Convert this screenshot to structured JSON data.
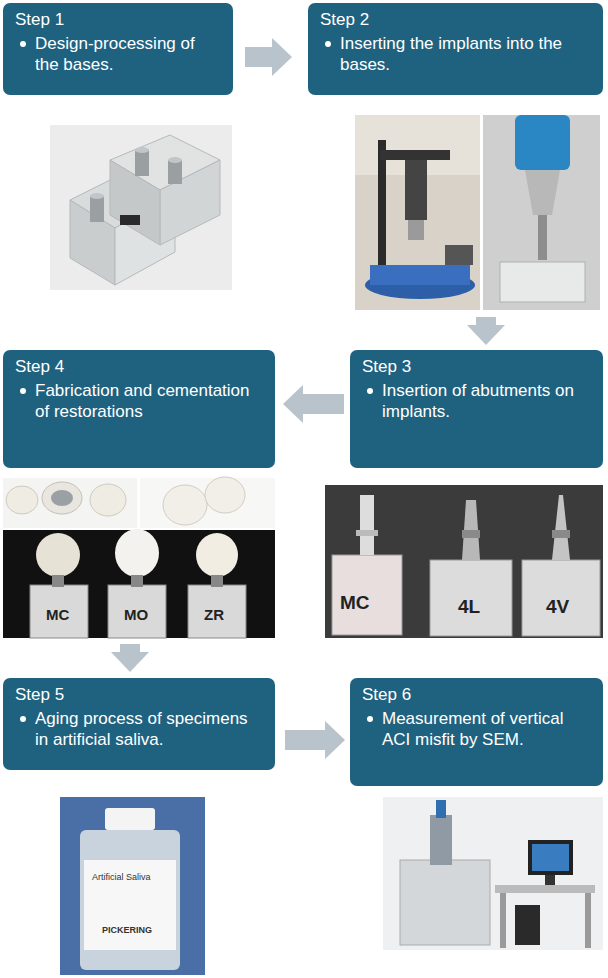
{
  "diagram": {
    "nodes": [
      {
        "text": [
          "Step 1",
          "Design-processing of the bases."
        ]
      },
      {
        "text": [
          "Step 2",
          "Inserting the implants into the bases."
        ]
      },
      {
        "text": [
          "Step 3",
          "Insertion of abutments on implants."
        ]
      },
      {
        "text": [
          "Step 4",
          "Fabrication and cementation of restorations"
        ]
      },
      {
        "text": [
          "Step 5",
          "Aging process of specimens in artificial saliva."
        ]
      },
      {
        "text": [
          "Step 6",
          "Measurement of vertical ACI misfit by SEM."
        ]
      }
    ],
    "edges": [
      {
        "from": 0,
        "to": 1,
        "arrow": "to"
      },
      {
        "from": 1,
        "to": 2,
        "arrow": "to"
      },
      {
        "from": 2,
        "to": 3,
        "arrow": "to"
      },
      {
        "from": 3,
        "to": 4,
        "arrow": "to"
      },
      {
        "from": 4,
        "to": 5,
        "arrow": "to"
      }
    ],
    "labels": [
      "MC",
      "4L",
      "4V",
      "MC",
      "MO",
      "ZR",
      "Artificial Saliva",
      "PICKERING"
    ]
  }
}
